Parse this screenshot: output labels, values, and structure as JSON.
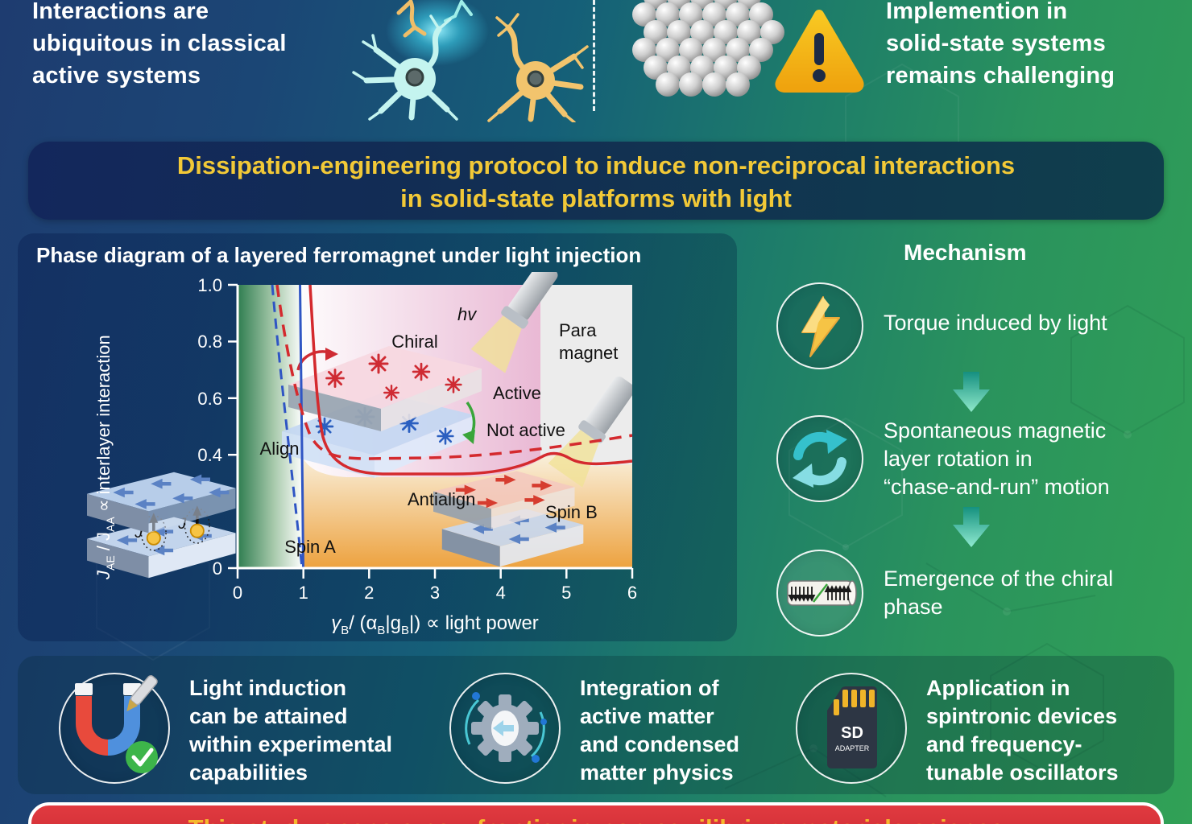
{
  "top_section": {
    "left_statement_lines": [
      "Interactions are",
      "ubiquitous in classical",
      "active systems"
    ],
    "right_statement_lines": [
      "Implemention in",
      "solid-state systems",
      "remains challenging"
    ],
    "left_illustration": "neurons-synapse-illustration",
    "right_illustration": "atom-sphere-lattice-illustration",
    "warning_icon": "warning-triangle-icon"
  },
  "banner": {
    "lines": [
      "Dissipation-engineering protocol to induce non-reciprocal interactions",
      "in solid-state platforms with light"
    ],
    "text_color": "#f2c937"
  },
  "phase_panel": {
    "title": "Phase diagram of a layered ferromagnet under light injection"
  },
  "chart_data": {
    "type": "line",
    "title": "Phase diagram of a layered ferromagnet under light injection",
    "xlabel": "γ_B / (α_B|g_B|) ∝ light power",
    "ylabel": "J_AE / J_AA ∝ interlayer interaction",
    "xlabel_parts": [
      "γ",
      "B",
      "/ (α",
      "B",
      "|g",
      "B",
      "|) ∝ light power"
    ],
    "ylabel_parts": [
      "J",
      "AE",
      " / J",
      "AA",
      " ∝ interlayer interaction"
    ],
    "xlim": [
      0,
      6
    ],
    "ylim": [
      0,
      1.0
    ],
    "xticks": [
      0,
      1,
      2,
      3,
      4,
      5,
      6
    ],
    "yticks": [
      0,
      0.2,
      0.4,
      0.6,
      0.8,
      1.0
    ],
    "ytick_labels_visible": [
      "1.0",
      "0.8",
      "0.6",
      "0.4",
      "0"
    ],
    "grid": false,
    "legend": "none",
    "phase_labels": {
      "align": "Align",
      "spin_a": "Spin A",
      "chiral": "Chiral",
      "hv": "hv",
      "para": [
        "Para",
        "magnet"
      ],
      "active": "Active",
      "not_active": "Not active",
      "antialign": "Antialign",
      "spin_b": "Spin B"
    },
    "regions": [
      {
        "name": "Align",
        "x_range": [
          0,
          1
        ],
        "fill": "green gradient",
        "sublabel": "Spin A"
      },
      {
        "name": "Chiral",
        "x_range": [
          1,
          4.6
        ],
        "fill": "white-to-pink gradient",
        "notes": [
          "Active",
          "Not active"
        ]
      },
      {
        "name": "Antialign",
        "fill": "orange gradient, below red-solid boundary",
        "sublabel": "Spin B"
      },
      {
        "name": "Para magnet",
        "x_range": [
          4.6,
          6
        ],
        "fill": "#ececec"
      }
    ],
    "series": [
      {
        "name": "blue-dashed boundary",
        "color": "#2f55c4",
        "style": "dashed",
        "x": [
          0.53,
          0.7,
          0.85,
          1.0
        ],
        "y": [
          1.0,
          0.72,
          0.42,
          0.0
        ]
      },
      {
        "name": "blue-solid boundary",
        "color": "#2f55c4",
        "style": "solid",
        "x": [
          0.95,
          0.98,
          1.0
        ],
        "y": [
          1.0,
          0.5,
          0.0
        ]
      },
      {
        "name": "red-dashed boundary",
        "color": "#d42a2e",
        "style": "dashed",
        "x": [
          0.6,
          0.8,
          1.1,
          1.5,
          2.0,
          3.0,
          4.0,
          5.0,
          6.0
        ],
        "y": [
          1.0,
          0.7,
          0.48,
          0.41,
          0.385,
          0.39,
          0.41,
          0.44,
          0.47
        ]
      },
      {
        "name": "red-solid boundary",
        "color": "#d42a2e",
        "style": "solid",
        "x": [
          1.04,
          1.2,
          1.5,
          2.0,
          2.5,
          3.5,
          4.3,
          5.0,
          5.4,
          6.0
        ],
        "y": [
          1.0,
          0.62,
          0.44,
          0.36,
          0.335,
          0.335,
          0.345,
          0.42,
          0.385,
          0.4
        ]
      }
    ]
  },
  "mechanism": {
    "title": "Mechanism",
    "arrow_icon": "down-arrow-icon",
    "steps": [
      {
        "icon": "lightning-icon",
        "lines": [
          "Torque induced by light"
        ]
      },
      {
        "icon": "rotation-arrows-icon",
        "lines": [
          "Spontaneous magnetic",
          "layer rotation in",
          "“chase-and-run” motion"
        ]
      },
      {
        "icon": "chiral-spin-cylinder-icon",
        "lines": [
          "Emergence of the chiral",
          "phase"
        ]
      }
    ]
  },
  "outcomes": [
    {
      "icon": "magnet-check-icon",
      "lines": [
        "Light induction",
        "can be attained",
        "within experimental",
        "capabilities"
      ]
    },
    {
      "icon": "gear-arrow-icon",
      "lines": [
        "Integration of",
        "active matter",
        "and condensed",
        "matter physics"
      ]
    },
    {
      "icon": "sd-adapter-icon",
      "sd_label": "SD",
      "sd_sublabel": "ADAPTER",
      "lines": [
        "Application in",
        "spintronic devices",
        "and frequency-",
        "tunable oscillators"
      ]
    }
  ],
  "footer_banner": {
    "text": "This study opens a new frontier in non-equilibrium materials science",
    "bg": "#d7343c",
    "text_color": "#f5b92e"
  },
  "colors": {
    "accent_yellow": "#f2c937",
    "red_boundary": "#d42a2e",
    "blue_boundary": "#2f55c4",
    "warning_yellow": "#f5b818",
    "teal_icon": "#35c4cf",
    "background_left": "#1e3c70",
    "background_right": "#31a156"
  }
}
